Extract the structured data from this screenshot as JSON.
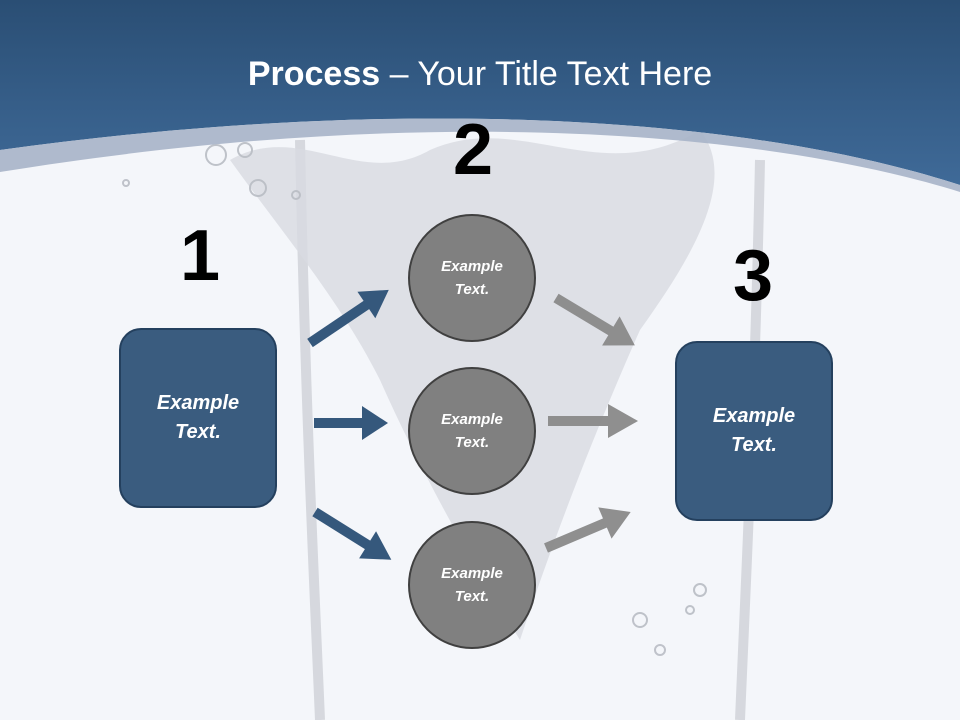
{
  "title": {
    "strong": "Process",
    "rest": " – Your Title Text Here"
  },
  "steps": {
    "one": "1",
    "two": "2",
    "three": "3"
  },
  "left_box": {
    "text": "Example\nText."
  },
  "right_box": {
    "text": "Example\nText."
  },
  "circles": [
    {
      "text": "Example\nText."
    },
    {
      "text": "Example\nText."
    },
    {
      "text": "Example\nText."
    }
  ],
  "colors": {
    "header": "#2f5880",
    "box": "#3a5c7f",
    "box_border": "#24405e",
    "circle": "#808080",
    "circle_border": "#404040",
    "arrow_blue": "#35587c",
    "arrow_gray": "#8a8a8a"
  }
}
